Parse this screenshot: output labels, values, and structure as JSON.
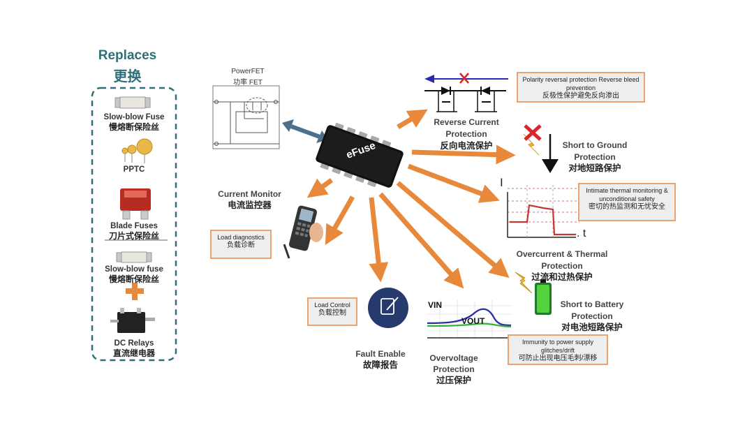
{
  "replaces": {
    "title_en": "Replaces",
    "title_cn": "更换",
    "items": [
      {
        "en": "Slow-blow Fuse",
        "cn": "慢熔断保险丝"
      },
      {
        "en": "PPTC",
        "cn": ""
      },
      {
        "en": "Blade Fuses",
        "cn": "刀片式保险丝"
      },
      {
        "en": "Slow-blow fuse",
        "cn": "慢熔断保险丝"
      },
      {
        "en": "DC Relays",
        "cn": "直流继电器"
      }
    ]
  },
  "powerfet": {
    "en": "PowerFET",
    "cn": "功率 FET"
  },
  "chip": {
    "label": "eFuse"
  },
  "current_monitor": {
    "en": "Current Monitor",
    "cn": "电流监控器"
  },
  "load_diagnostics": {
    "en": "Load diagnostics",
    "cn": "负载诊断"
  },
  "reverse_current": {
    "en1": "Reverse Current",
    "en2": "Protection",
    "cn": "反向电流保护"
  },
  "polarity_note": {
    "en": "Polarity reversal protection Reverse bleed prevention",
    "cn": "反极性保护避免反向渗出"
  },
  "short_ground": {
    "en1": "Short to Ground",
    "en2": "Protection",
    "cn": "对地短路保护"
  },
  "thermal_note": {
    "en": "Intimate thermal monitoring & unconditional safety",
    "cn": "密切的热监测和无忧安全"
  },
  "overcurrent": {
    "en1": "Overcurrent & Thermal",
    "en2": "Protection",
    "cn": "过流和过热保护"
  },
  "graph_axes": {
    "y": "I",
    "x": ". t"
  },
  "short_battery": {
    "en1": "Short to Battery",
    "en2": "Protection",
    "cn": "对电池短路保护"
  },
  "immunity_note": {
    "en": "Immunity to power supply glitches/drift",
    "cn": "可防止出现电压毛刺/漂移"
  },
  "overvoltage": {
    "en1": "Overvoltage",
    "en2": "Protection",
    "cn": "过压保护",
    "vin": "VIN",
    "vout": "VOUT"
  },
  "fault_enable": {
    "en": "Fault Enable",
    "cn": "故障报告"
  },
  "load_control": {
    "en": "Load Control",
    "cn": "负载控制"
  },
  "colors": {
    "arrow": "#e8883a",
    "accent_teal": "#2f6f7a",
    "note_border": "#e8a36f",
    "circle": "#263a6e"
  }
}
